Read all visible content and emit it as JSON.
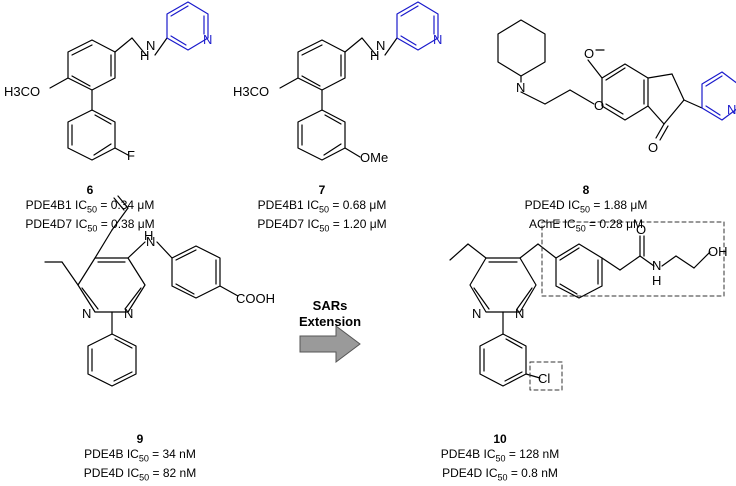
{
  "compounds": [
    {
      "id": "6",
      "lines": [
        "PDE4B1 IC50 = 0.34 μM",
        "PDE4D7 IC50 = 0.38 μM"
      ]
    },
    {
      "id": "7",
      "lines": [
        "PDE4B1 IC50 = 0.68 μM",
        "PDE4D7 IC50 = 1.20 μM"
      ]
    },
    {
      "id": "8",
      "lines": [
        "PDE4D IC50 = 1.88 μM",
        "AChE  IC50 = 0.28 μM"
      ]
    },
    {
      "id": "9",
      "lines": [
        "PDE4B IC50 = 34 nM",
        "PDE4D IC50 = 82  nM"
      ]
    },
    {
      "id": "10",
      "lines": [
        "PDE4B IC50 = 128 nM",
        "PDE4D IC50 = 0.8 nM"
      ]
    }
  ],
  "arrow": {
    "line1": "SARs",
    "line2": "Extension"
  },
  "atoms": {
    "N": "N",
    "NH_bottom": "N",
    "H": "H",
    "O": "O",
    "F": "F",
    "OMe": "OMe",
    "OCH3": "H3CO",
    "H3CO": "H3CO",
    "COOH": "COOH",
    "OH": "OH",
    "Cl": "Cl"
  },
  "colors": {
    "pyridine": "#1a1acc",
    "bond": "#000000",
    "box": "#333333",
    "arrow_fill": "#9a9a9a"
  }
}
